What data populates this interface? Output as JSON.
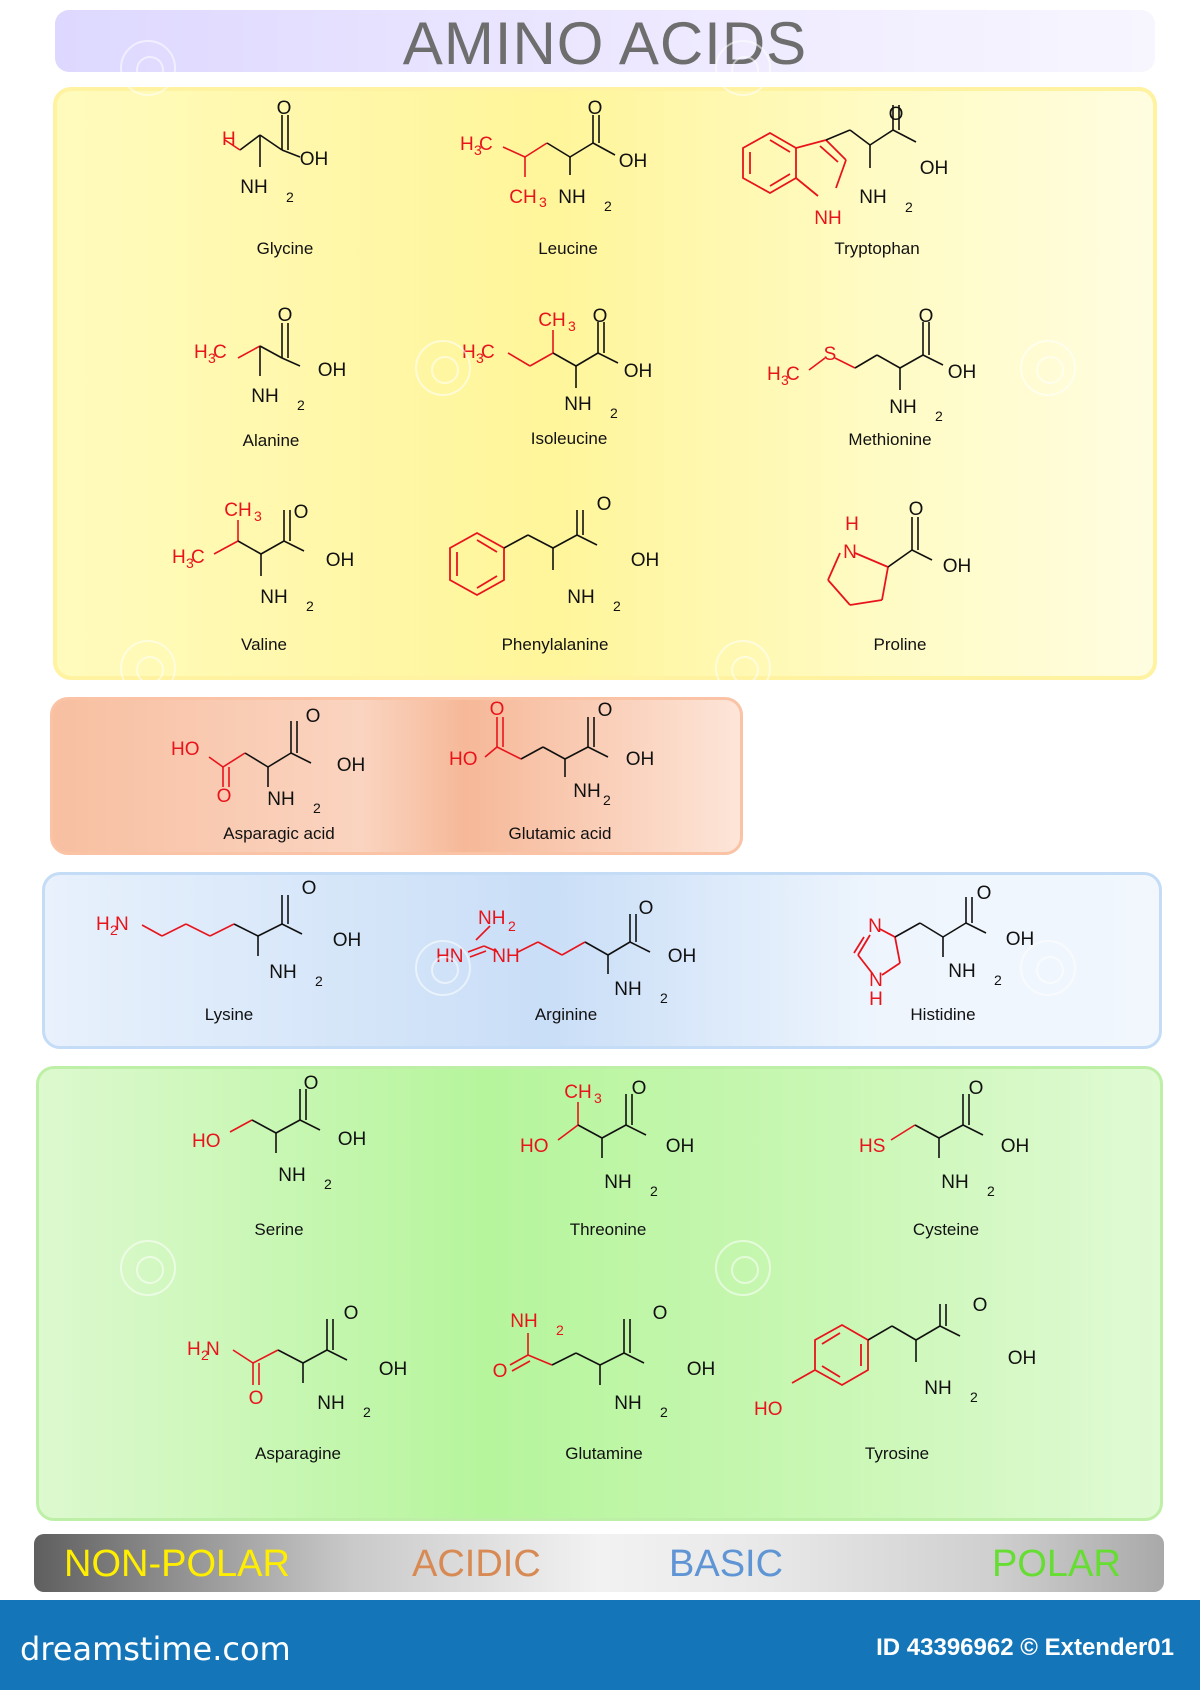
{
  "title": "AMINO ACIDS",
  "colors": {
    "bond": "#111111",
    "side_chain": "#e8141c",
    "nonpolar": "#ffee00",
    "acidic": "#d88a55",
    "basic": "#5f95d4",
    "polar": "#66dd33",
    "footer": "#1476b9"
  },
  "atoms": {
    "o": "O",
    "oh": "OH",
    "nh2": "NH",
    "sub2": "2",
    "h": "H",
    "ch3": "CH",
    "h3c": "H C",
    "sub3": "3",
    "nh": "NH",
    "n": "N",
    "s": "S",
    "ho": "HO",
    "hs": "HS",
    "hn": "HN",
    "h2n": "H N"
  },
  "groups": {
    "nonpolar": {
      "label": "NON-POLAR",
      "members": [
        "Glycine",
        "Leucine",
        "Tryptophan",
        "Alanine",
        "Isoleucine",
        "Methionine",
        "Valine",
        "Phenylalanine",
        "Proline"
      ]
    },
    "acidic": {
      "label": "ACIDIC",
      "members": [
        "Asparagic acid",
        "Glutamic acid"
      ]
    },
    "basic": {
      "label": "BASIC",
      "members": [
        "Lysine",
        "Arginine",
        "Histidine"
      ]
    },
    "polar": {
      "label": "POLAR",
      "members": [
        "Serine",
        "Threonine",
        "Cysteine",
        "Asparagine",
        "Glutamine",
        "Tyrosine"
      ]
    }
  },
  "footer": {
    "site": "dreamstime.com",
    "credit": "ID 43396962 © Extender01"
  }
}
